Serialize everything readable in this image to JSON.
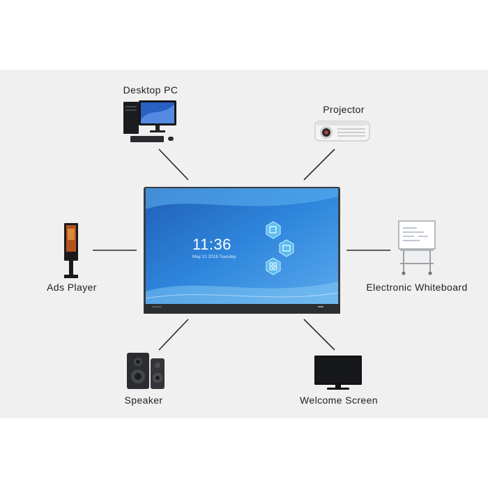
{
  "devices": {
    "desktop_pc": "Desktop PC",
    "projector": "Projector",
    "ads_player": "Ads Player",
    "electronic_whiteboard": "Electronic Whiteboard",
    "speaker": "Speaker",
    "welcome_screen": "Welcome Screen"
  },
  "display": {
    "time": "11:36",
    "date": "May 21  2019  Tuesday"
  },
  "colors": {
    "background_panel": "#f0f0f0",
    "connector_line": "#2a2a2a",
    "screen_blue": "#2f7fd6",
    "icon_tile": "#5bbcef"
  }
}
